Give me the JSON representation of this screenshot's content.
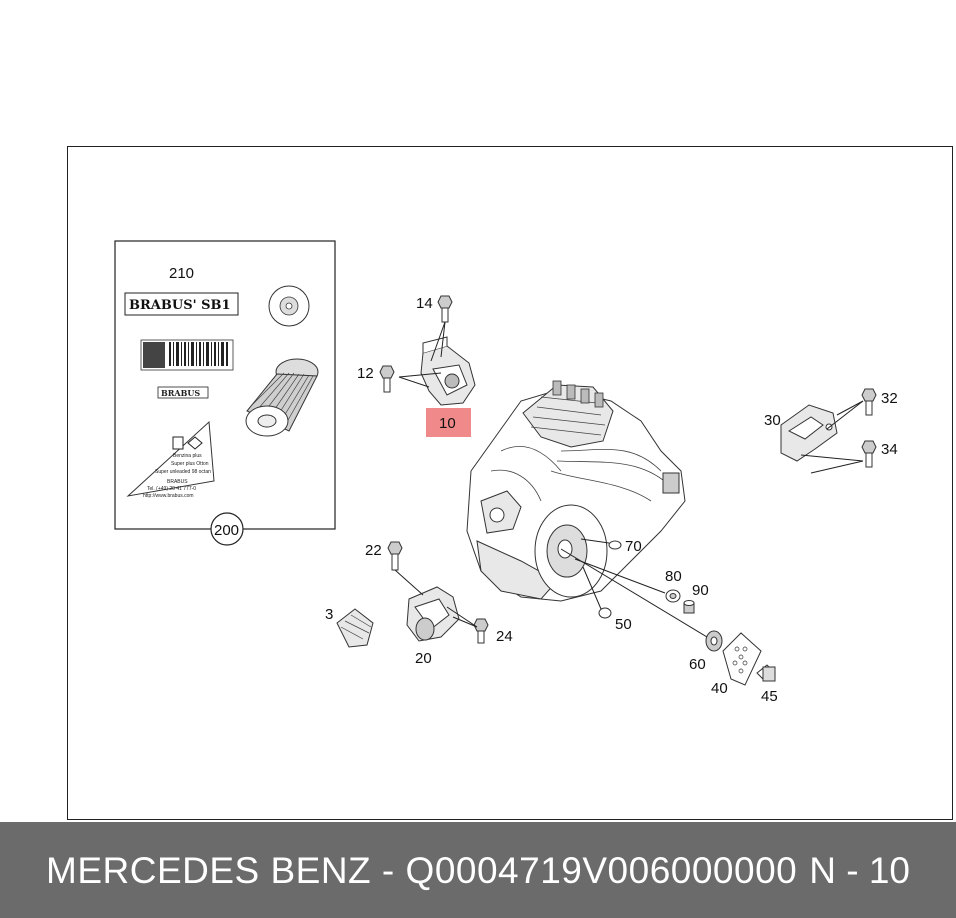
{
  "diagram": {
    "highlighted_callout": "10",
    "callouts": {
      "c210": "210",
      "c200": "200",
      "c14": "14",
      "c12": "12",
      "c10": "10",
      "c30": "30",
      "c32": "32",
      "c34": "34",
      "c22": "22",
      "c3": "3",
      "c20": "20",
      "c24": "24",
      "c70": "70",
      "c80": "80",
      "c90": "90",
      "c50": "50",
      "c60": "60",
      "c40": "40",
      "c45": "45"
    },
    "kit_labels": {
      "brand_logo": "BRABUS",
      "sb1_logo": "BRABUS' SB1",
      "small_logo": "BRABUS"
    }
  },
  "footer": {
    "title": "MERCEDES BENZ - Q0004719V006000000",
    "position": "N - 10"
  },
  "colors": {
    "highlight": "#f08a8a",
    "footer_bg": "#6b6b6b",
    "footer_text": "#ffffff"
  }
}
